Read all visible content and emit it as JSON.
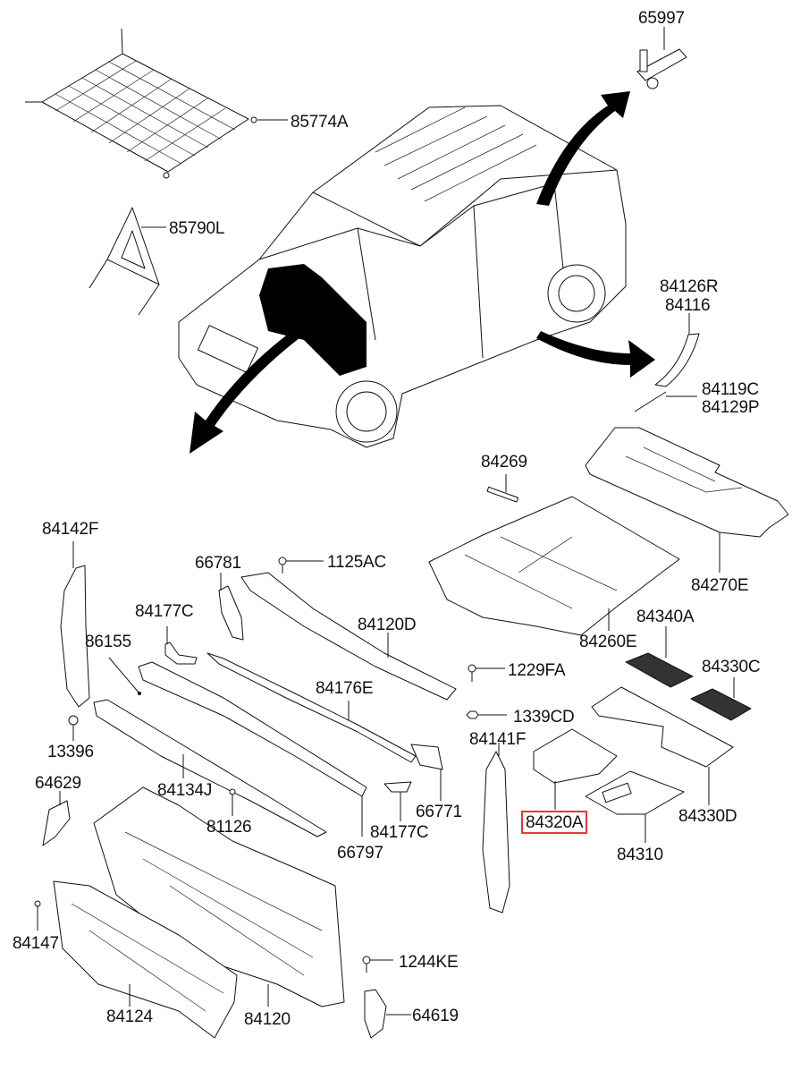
{
  "diagram": {
    "title": "Interior floor / dash insulation & covering parts (vehicle exploded view)",
    "highlight_color": "#e03a3a",
    "highlighted_part": "84320A",
    "part_labels": [
      {
        "id": "p65997",
        "number": "65997",
        "part": "bracket-clip"
      },
      {
        "id": "p85774A",
        "number": "85774A",
        "part": "cargo-net"
      },
      {
        "id": "p85790L",
        "number": "85790L",
        "part": "warning-triangle"
      },
      {
        "id": "p84126R",
        "number": "84126R",
        "part": "rear-wheel-guard"
      },
      {
        "id": "p84116",
        "number": "84116",
        "part": "rear-wheel-guard"
      },
      {
        "id": "p84119C",
        "number": "84119C",
        "part": "trim-strip"
      },
      {
        "id": "p84129P",
        "number": "84129P",
        "part": "trim-strip"
      },
      {
        "id": "p84269",
        "number": "84269",
        "part": "floor-bracket"
      },
      {
        "id": "p84270E",
        "number": "84270E",
        "part": "rear-floor-covering"
      },
      {
        "id": "p84260E",
        "number": "84260E",
        "part": "front-floor-covering"
      },
      {
        "id": "p84142F",
        "number": "84142F",
        "part": "side-pad-left"
      },
      {
        "id": "p66781",
        "number": "66781",
        "part": "bracket"
      },
      {
        "id": "p1125AC",
        "number": "1125AC",
        "part": "bolt"
      },
      {
        "id": "p84177C_top",
        "number": "84177C",
        "part": "clip"
      },
      {
        "id": "p86155",
        "number": "86155",
        "part": "fastener"
      },
      {
        "id": "p84120D",
        "number": "84120D",
        "part": "cowl-insulator"
      },
      {
        "id": "p1229FA",
        "number": "1229FA",
        "part": "bolt"
      },
      {
        "id": "p84176E",
        "number": "84176E",
        "part": "cowl-strip"
      },
      {
        "id": "p1339CD",
        "number": "1339CD",
        "part": "nut"
      },
      {
        "id": "p84340A",
        "number": "84340A",
        "part": "floor-mat-front"
      },
      {
        "id": "p84330C",
        "number": "84330C",
        "part": "floor-mat-rear"
      },
      {
        "id": "p13396",
        "number": "13396",
        "part": "nut"
      },
      {
        "id": "p84141F",
        "number": "84141F",
        "part": "side-pad-right"
      },
      {
        "id": "p64629",
        "number": "64629",
        "part": "bracket"
      },
      {
        "id": "p84134J",
        "number": "84134J",
        "part": "cowl-member"
      },
      {
        "id": "p81126",
        "number": "81126",
        "part": "plug"
      },
      {
        "id": "p66797",
        "number": "66797",
        "part": "bracket"
      },
      {
        "id": "p84177C_bottom",
        "number": "84177C",
        "part": "clip"
      },
      {
        "id": "p66771",
        "number": "66771",
        "part": "bracket"
      },
      {
        "id": "p84320A",
        "number": "84320A",
        "part": "anti-pad"
      },
      {
        "id": "p84330D",
        "number": "84330D",
        "part": "floor-mat"
      },
      {
        "id": "p84310",
        "number": "84310",
        "part": "floor-mat-pad"
      },
      {
        "id": "p84147",
        "number": "84147",
        "part": "plug"
      },
      {
        "id": "p1244KE",
        "number": "1244KE",
        "part": "screw"
      },
      {
        "id": "p84124",
        "number": "84124",
        "part": "dash-insulator-outer"
      },
      {
        "id": "p84120",
        "number": "84120",
        "part": "dash-insulator-inner"
      },
      {
        "id": "p64619",
        "number": "64619",
        "part": "bracket"
      }
    ]
  }
}
